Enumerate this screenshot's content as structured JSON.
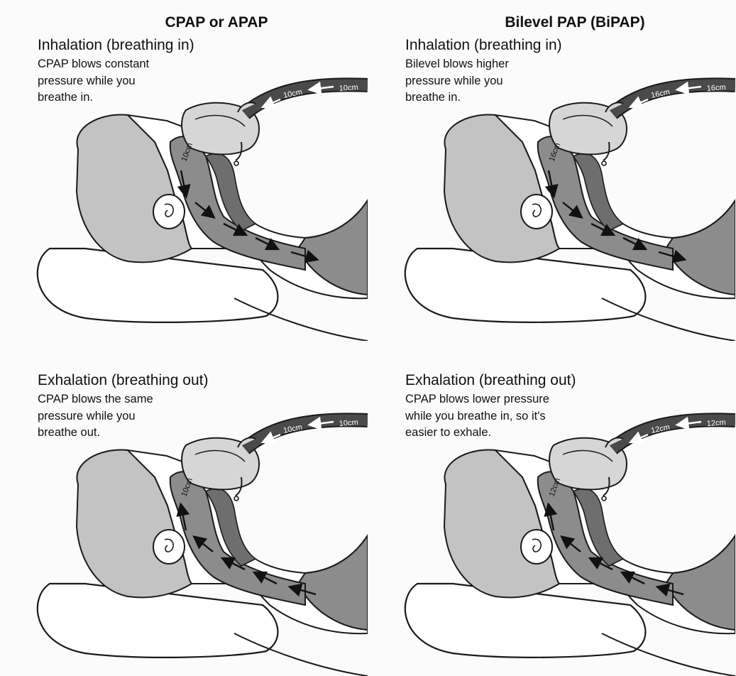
{
  "headers": {
    "left": "CPAP or APAP",
    "right": "Bilevel PAP (BiPAP)"
  },
  "panels": {
    "cpap_in": {
      "heading": "Inhalation (breathing in)",
      "lines": [
        "CPAP blows constant",
        "pressure while you",
        "breathe in."
      ],
      "tube_labels": [
        "10cm",
        "10cm"
      ],
      "airway_label": "10cm",
      "flow": "in"
    },
    "bipap_in": {
      "heading": "Inhalation (breathing in)",
      "lines": [
        "Bilevel blows higher",
        "pressure while you",
        "breathe in."
      ],
      "tube_labels": [
        "16cm",
        "16cm"
      ],
      "airway_label": "16cm",
      "flow": "in"
    },
    "cpap_out": {
      "heading": "Exhalation (breathing out)",
      "lines": [
        "CPAP blows the same",
        "pressure while you",
        "breathe out."
      ],
      "tube_labels": [
        "10cm",
        "10cm"
      ],
      "airway_label": "10cm",
      "flow": "out"
    },
    "bipap_out": {
      "heading": "Exhalation (breathing out)",
      "lines": [
        "CPAP blows lower pressure",
        "while you breathe in, so it's",
        "easier to exhale."
      ],
      "tube_labels": [
        "12cm",
        "12cm"
      ],
      "airway_label": "12cm",
      "flow": "out"
    }
  },
  "colors": {
    "head": "#c3c3c3",
    "airway": "#8c8c8c",
    "tube": "#4a4a4a",
    "mask": "#d6d6d6",
    "outline": "#1a1a1a"
  }
}
